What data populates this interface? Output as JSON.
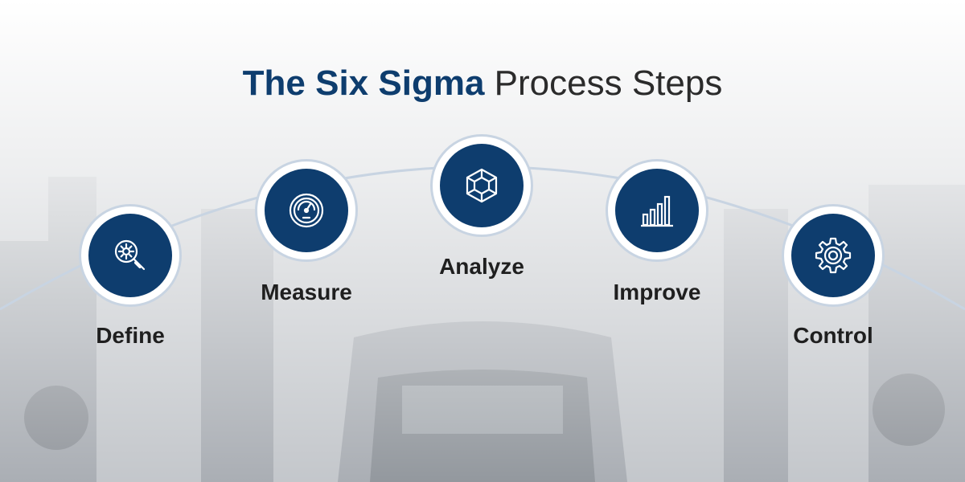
{
  "title": {
    "bold_part": "The Six Sigma",
    "regular_part": "Process Steps"
  },
  "colors": {
    "primary": "#0e3d6e",
    "ring": "#c8d4e2",
    "text": "#1f1f1f"
  },
  "steps": [
    {
      "label": "Define",
      "icon": "gear-magnifier-icon"
    },
    {
      "label": "Measure",
      "icon": "gauge-icon"
    },
    {
      "label": "Analyze",
      "icon": "cube-icon"
    },
    {
      "label": "Improve",
      "icon": "bar-chart-icon"
    },
    {
      "label": "Control",
      "icon": "gear-icon"
    }
  ]
}
